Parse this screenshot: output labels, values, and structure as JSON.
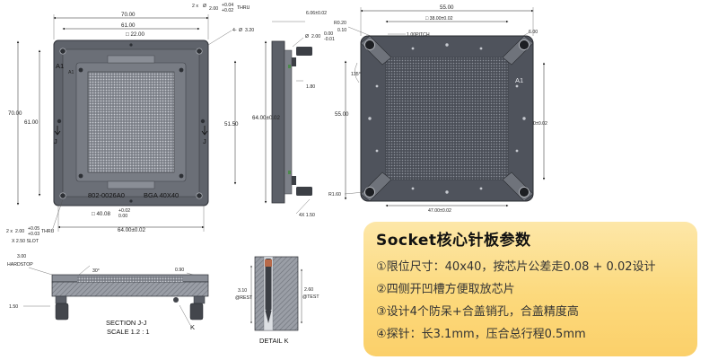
{
  "top_view": {
    "width_overall": "70.00",
    "width_inner": "61.00",
    "square_22": "□ 22.00",
    "hole_thru_prefix": "2 x",
    "hole_thru_dia": "2.00",
    "hole_thru_tol_top": "+0.04",
    "hole_thru_tol_bottom": "+0.02",
    "hole_thru_suffix": "THRU",
    "hole_4x": "4-",
    "hole_4x_dia": "3.20",
    "height_overall": "70.00",
    "height_inner": "61.00",
    "height_right": "51.50",
    "label_a1": "A1",
    "label_a1_small": "A1",
    "label_j_left": "J",
    "label_j_right": "J",
    "part_number": "802-0026A0",
    "package_text": "BGA  40X40",
    "square_40": "□ 40.08",
    "square_40_tol_top": "+0.02",
    "square_40_tol_bottom": "0.00",
    "slot_prefix": "2 x",
    "slot_dia": "2.00",
    "slot_tol_top": "+0.05",
    "slot_tol_bottom": "+0.03",
    "slot_suffix": "THRU",
    "slot_x": "X 2.50 SLOT",
    "bottom_width": "64.00±0.02"
  },
  "side_view": {
    "top_dim": "6.06±0.02",
    "hole_dia": "2.00",
    "hole_tol_top": "0.00",
    "hole_tol_bottom": "-0.01",
    "height_dim": "64.00±0.02",
    "small_dim": "1.80",
    "bottom_dim": "4X 1.50"
  },
  "right_view": {
    "width_overall": "55.00",
    "square_38": "□ 38.00±0.02",
    "pitch": "1.00PITCH",
    "r_020": "R0.20",
    "r_010": "0.10",
    "corner_dim": "6.00",
    "angle_135": "135°",
    "height_overall": "55.00",
    "right_dim": "47.00±0.02",
    "r160": "R1.60",
    "bottom_dim": "47.00±0.02",
    "label_a1": "A1"
  },
  "section_view": {
    "dim_300": "3.00",
    "hardstop": "HARDSTOP",
    "angle": "30°",
    "dim_090": "0.90",
    "dim_150": "1.50",
    "title": "SECTION J-J",
    "scale": "SCALE 1.2 : 1",
    "label_k": "K"
  },
  "detail_view": {
    "dim_310": "3.10",
    "rest": "@REST",
    "dim_260": "2.60",
    "test": "@TEST",
    "title": "DETAIL K"
  },
  "info_panel": {
    "title": "Socket核心针板参数",
    "items": [
      "①限位尺寸：40x40，按芯片公差走0.08 + 0.02设计",
      "②四侧开凹槽方便取放芯片",
      "③设计4个防呆+合盖销孔，合盖精度高",
      "④探针：长3.1mm，压合总行程0.5mm"
    ],
    "background": "#fcd97c"
  }
}
